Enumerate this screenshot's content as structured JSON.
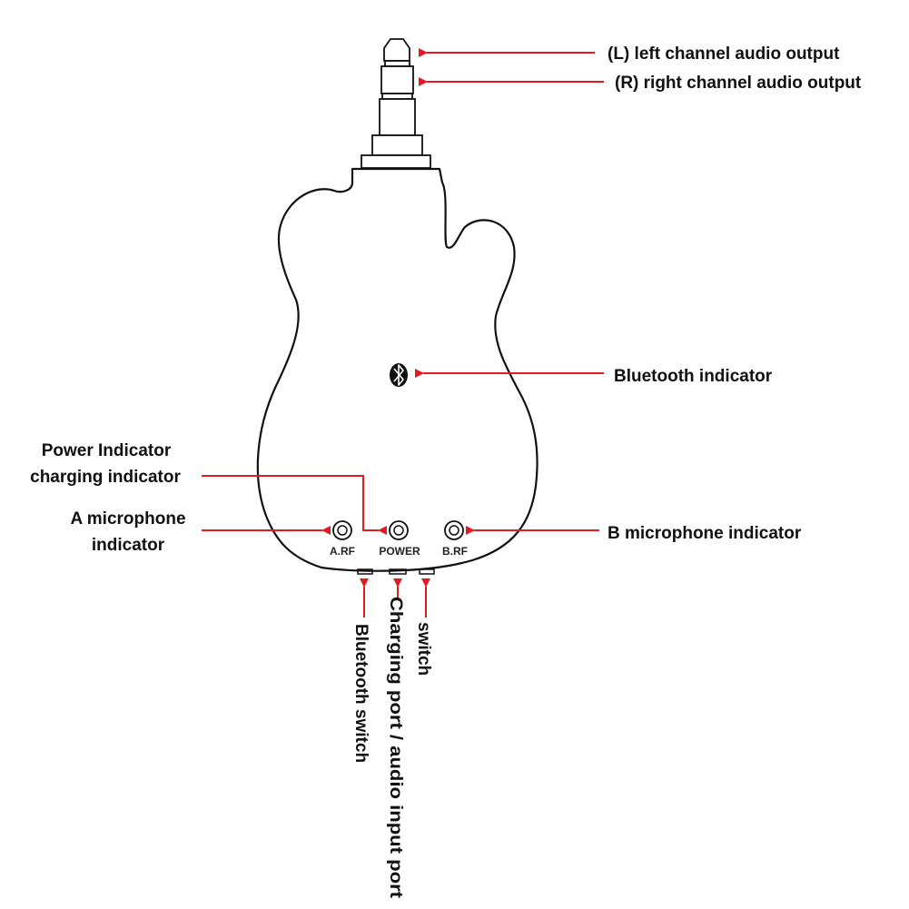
{
  "labels": {
    "left_channel": "(L) left channel audio output",
    "right_channel": "(R) right channel audio output",
    "bluetooth_indicator": "Bluetooth indicator",
    "power_indicator_line1": "Power Indicator",
    "power_indicator_line2": "charging indicator",
    "a_mic_line1": "A microphone",
    "a_mic_line2": "indicator",
    "b_mic": "B microphone indicator",
    "bluetooth_switch": "Bluetooth switch",
    "charging_port": "Charging port / audio input port",
    "switch": "switch"
  },
  "device": {
    "arf": "A.RF",
    "power": "POWER",
    "brf": "B.RF"
  },
  "colors": {
    "arrow": "#e21a22",
    "outline": "#111111"
  }
}
